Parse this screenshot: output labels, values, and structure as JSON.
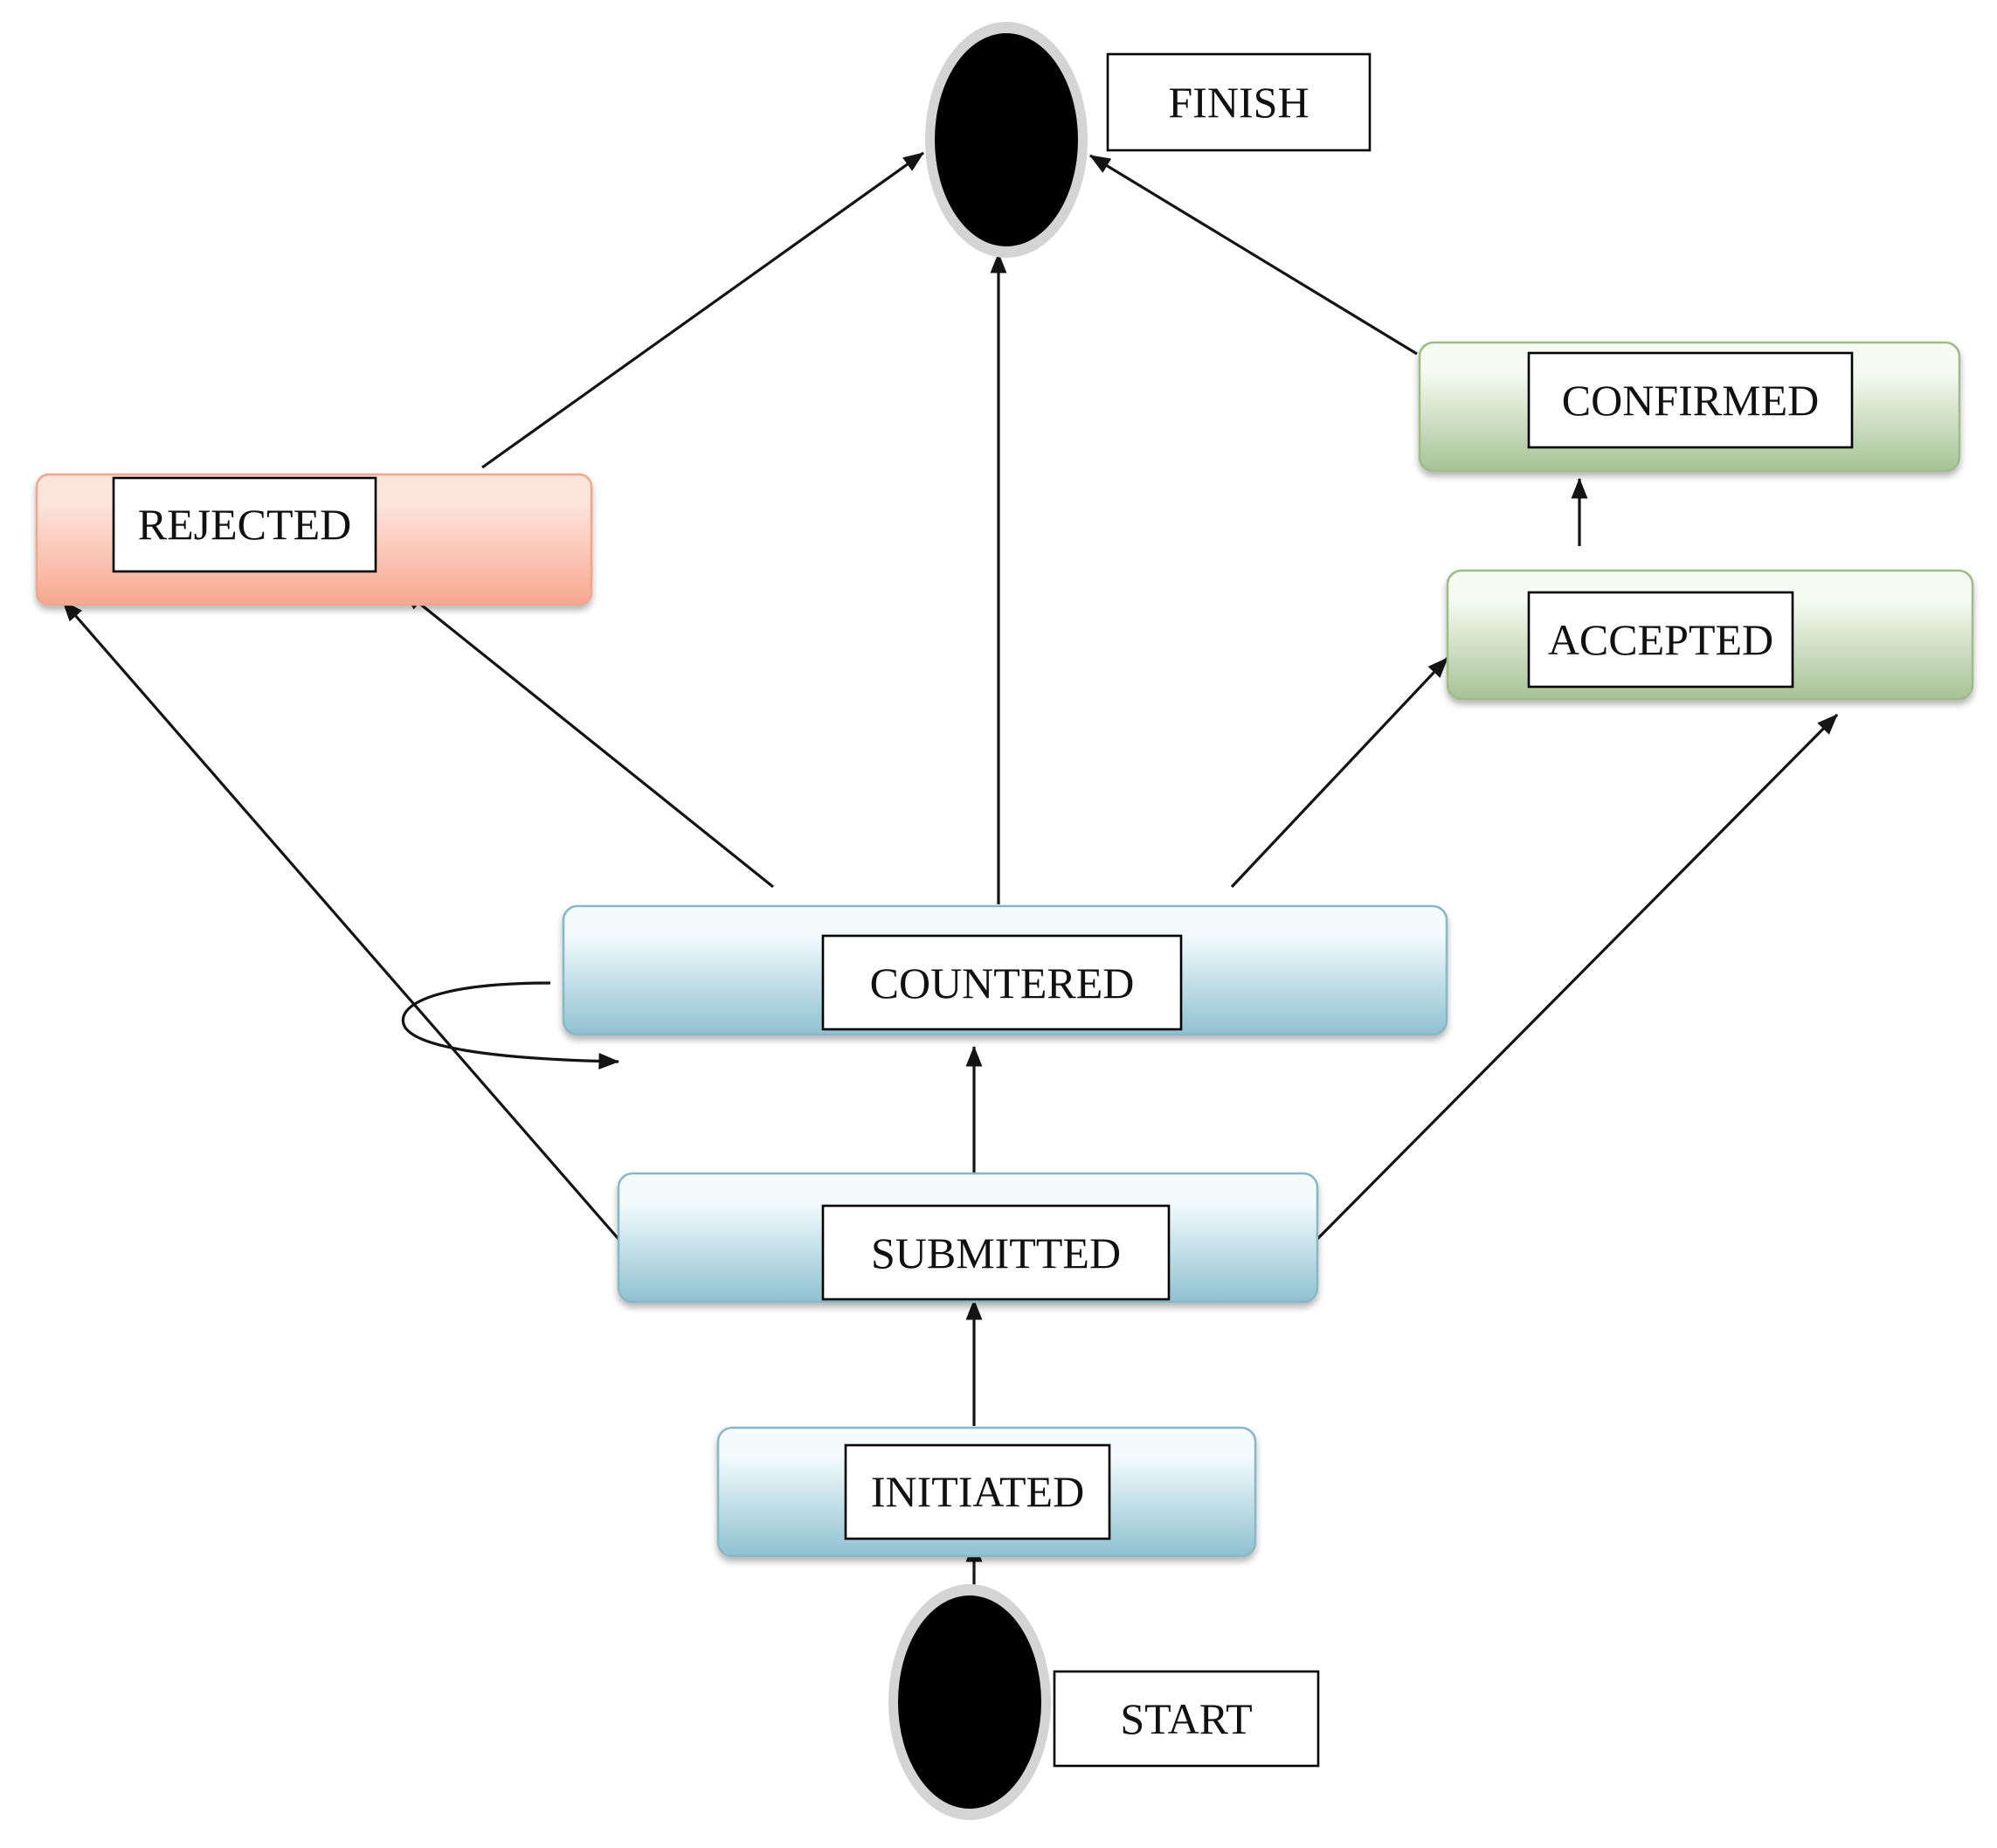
{
  "diagram": {
    "nodes": [
      {
        "id": "finish",
        "label": "FINISH",
        "kind": "final"
      },
      {
        "id": "start",
        "label": "START",
        "kind": "initial"
      },
      {
        "id": "confirmed",
        "label": "CONFIRMED",
        "kind": "accepted-state"
      },
      {
        "id": "accepted",
        "label": "ACCEPTED",
        "kind": "accepted-state"
      },
      {
        "id": "rejected",
        "label": "REJECTED",
        "kind": "rejected-state"
      },
      {
        "id": "countered",
        "label": "COUNTERED",
        "kind": "active-state"
      },
      {
        "id": "submitted",
        "label": "SUBMITTED",
        "kind": "active-state"
      },
      {
        "id": "initiated",
        "label": "INITIATED",
        "kind": "active-state"
      }
    ],
    "edges": [
      {
        "from": "start",
        "to": "initiated"
      },
      {
        "from": "initiated",
        "to": "submitted"
      },
      {
        "from": "submitted",
        "to": "countered"
      },
      {
        "from": "submitted",
        "to": "rejected"
      },
      {
        "from": "submitted",
        "to": "accepted"
      },
      {
        "from": "countered",
        "to": "countered"
      },
      {
        "from": "countered",
        "to": "rejected"
      },
      {
        "from": "countered",
        "to": "finish"
      },
      {
        "from": "countered",
        "to": "accepted"
      },
      {
        "from": "accepted",
        "to": "confirmed"
      },
      {
        "from": "confirmed",
        "to": "finish"
      },
      {
        "from": "rejected",
        "to": "finish"
      }
    ],
    "colors": {
      "active_state_light": "#f3fbfd",
      "active_state_dark": "#8fc1d1",
      "active_state_border": "#88b7c6",
      "accepted_state_light": "#f6fbf2",
      "accepted_state_dark": "#a7c295",
      "accepted_state_border": "#9dbb8b",
      "rejected_state_light": "#fde4dc",
      "rejected_state_dark": "#f8a88f",
      "rejected_state_border": "#f0a68e",
      "pseudo_state_fill": "#000000",
      "pseudo_state_ring": "#d4d4d4"
    }
  }
}
